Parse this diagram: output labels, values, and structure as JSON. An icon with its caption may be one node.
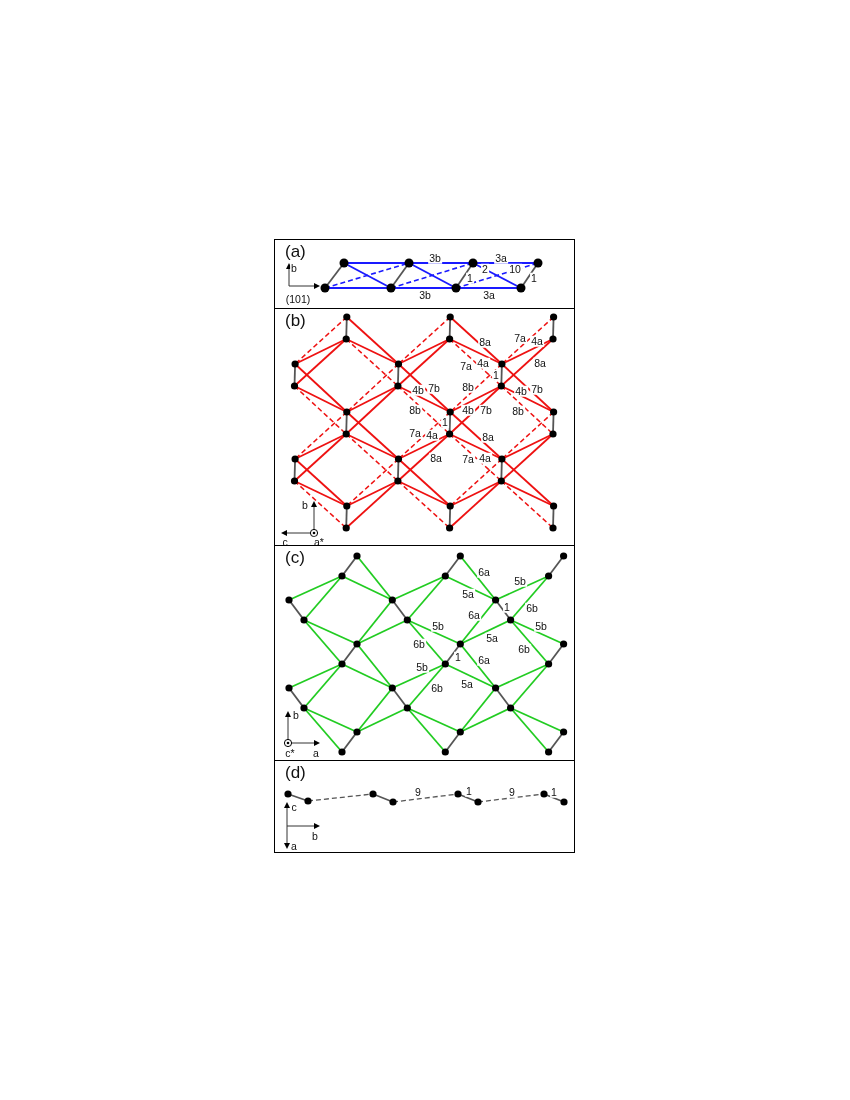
{
  "diagram": {
    "nodes": [
      {
        "text": [
          "(a)"
        ]
      },
      {
        "text": [
          "(b)"
        ]
      },
      {
        "text": [
          "(c)"
        ]
      },
      {
        "text": [
          "(d)"
        ]
      }
    ],
    "labels": [
      "3b",
      "3a",
      "b",
      "2",
      "10",
      "1",
      "1",
      "3b",
      "3a",
      "(101)",
      "8a",
      "7a",
      "4a",
      "7a",
      "4a",
      "8a",
      "1",
      "4b",
      "7b",
      "8b",
      "4b",
      "7b",
      "8b",
      "4b",
      "7b",
      "8b",
      "1",
      "7a",
      "4a",
      "8a",
      "8a",
      "7a",
      "4a",
      "b",
      "c",
      "a*",
      "6a",
      "5b",
      "5a",
      "1",
      "6b",
      "6a",
      "5b",
      "5b",
      "5a",
      "6b",
      "6b",
      "1",
      "6a",
      "5b",
      "5a",
      "6b",
      "b",
      "c*",
      "a",
      "9",
      "1",
      "9",
      "1",
      "c",
      "b",
      "a"
    ]
  }
}
